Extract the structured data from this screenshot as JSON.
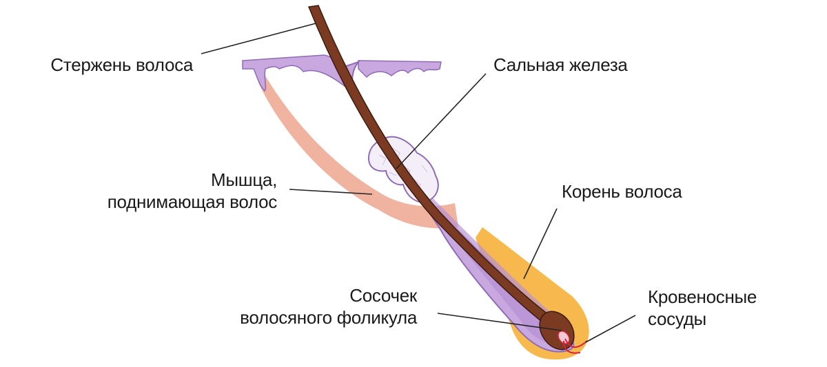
{
  "labels": {
    "hair_shaft": "Стержень волоса",
    "sebaceous_gland": "Сальная железа",
    "arrector_muscle_line1": "Мышца,",
    "arrector_muscle_line2": "поднимающая волос",
    "hair_root": "Корень волоса",
    "papilla_line1": "Сосочек",
    "papilla_line2": "волосяного фоликула",
    "blood_vessels_line1": "Кровеносные",
    "blood_vessels_line2": "сосуды"
  },
  "colors": {
    "hair": "#7a3b22",
    "hair_outline": "#3b1a0e",
    "sheath": "#c9a7df",
    "sheath_dark": "#8e6bb5",
    "muscle": "#efb3a0",
    "fat": "#f7b443",
    "gland": "#f3eef8",
    "vessel": "#d8203a",
    "leader_line": "#222222"
  }
}
